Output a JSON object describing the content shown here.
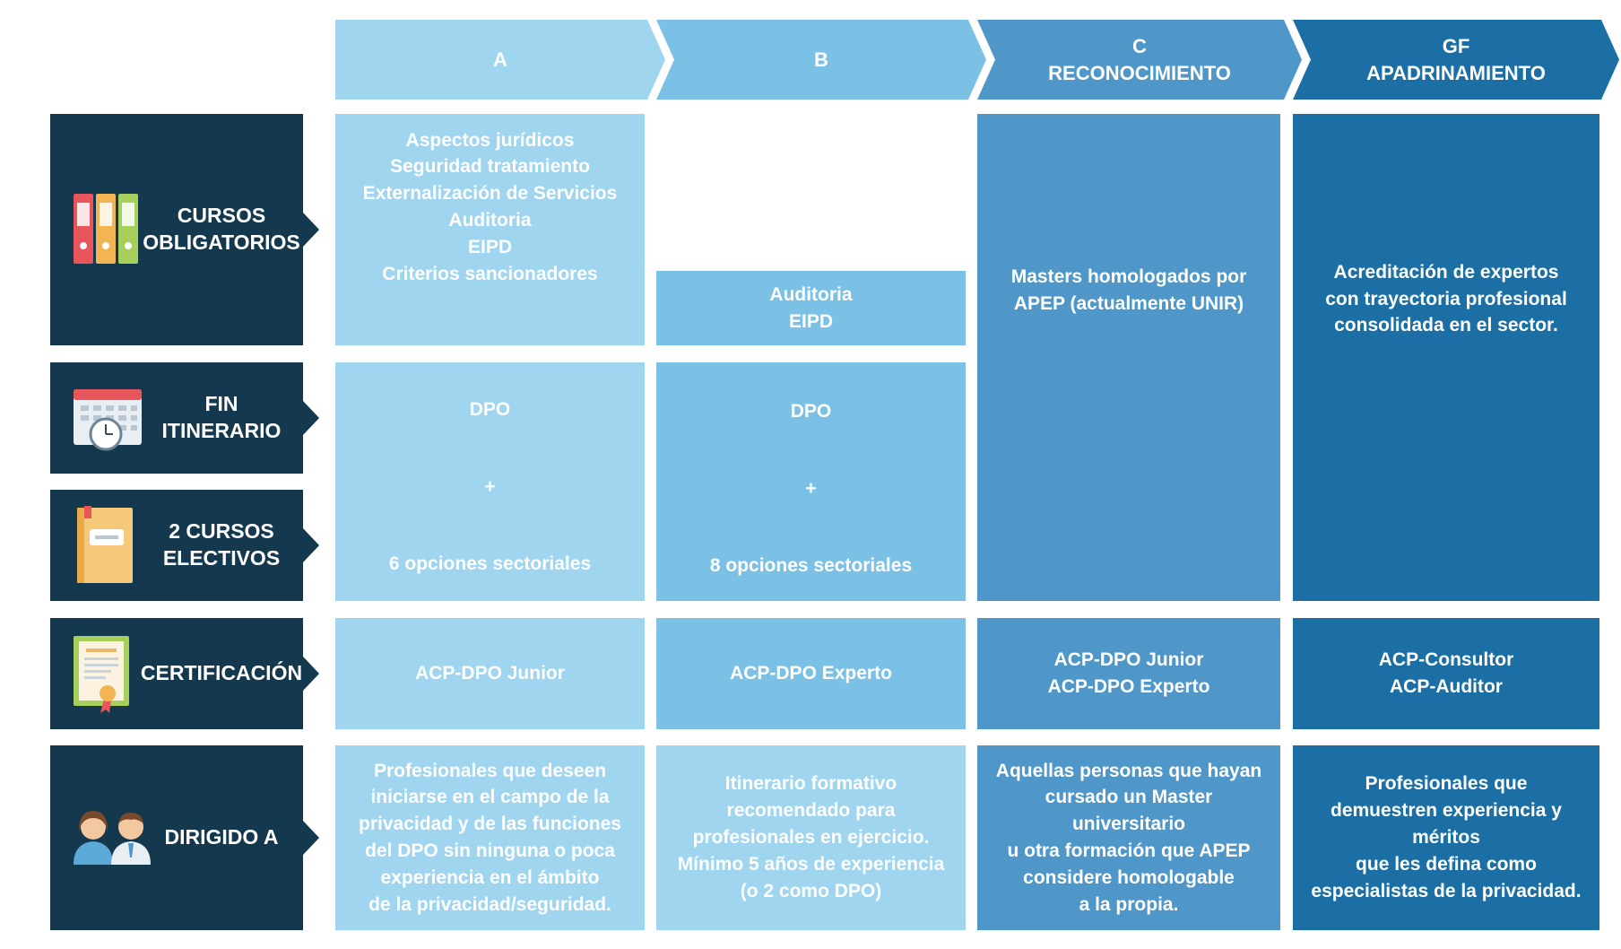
{
  "headers": [
    {
      "lines": "A",
      "color": "#9fd5ef"
    },
    {
      "lines": "B",
      "color": "#7bc1e6"
    },
    {
      "lines": "C\nRECONOCIMIENTO",
      "color": "#4f97c8"
    },
    {
      "lines": "GF\nAPADRINAMIENTO",
      "color": "#1b6fa4"
    }
  ],
  "rows": [
    {
      "label": "CURSOS\nOBLIGATORIOS",
      "icon": "binders-icon"
    },
    {
      "label": "FIN\nITINERARIO",
      "icon": "calendar-clock-icon"
    },
    {
      "label": "2 CURSOS\nELECTIVOS",
      "icon": "folder-icon"
    },
    {
      "label": "CERTIFICACIÓN",
      "icon": "certificate-icon"
    },
    {
      "label": "DIRIGIDO A",
      "icon": "people-icon"
    }
  ],
  "colA": {
    "cursos": "Aspectos jurídicos\nSeguridad tratamiento\nExternalización de Servicios\nAuditoria\nEIPD\nCriterios sancionadores",
    "fin": "DPO",
    "plus": "+",
    "electivos": "6 opciones sectoriales",
    "certificacion": "ACP-DPO Junior",
    "dirigido": "Profesionales que deseen\niniciarse en el campo de la\nprivacidad y de las funciones\ndel DPO sin ninguna o poca\nexperiencia en el ámbito\nde la privacidad/seguridad."
  },
  "colB": {
    "cursos": "Auditoria\nEIPD",
    "fin": "DPO",
    "plus": "+",
    "electivos": "8 opciones sectoriales",
    "certificacion": "ACP-DPO Experto",
    "dirigido": "Itinerario formativo\nrecomendado para\nprofesionales en ejercicio.\nMínimo 5 años de experiencia\n(o 2 como DPO)"
  },
  "colC": {
    "main": "Masters homologados por\nAPEP (actualmente UNIR)",
    "certificacion": "ACP-DPO Junior\nACP-DPO Experto",
    "dirigido": "Aquellas personas que hayan\ncursado un Master\nuniversitario\nu otra formación que APEP\nconsidere homologable\na la propia."
  },
  "colGF": {
    "main": "Acreditación de expertos\ncon trayectoria profesional\nconsolidada en el sector.",
    "certificacion": "ACP-Consultor\nACP-Auditor",
    "dirigido": "Profesionales que\ndemuestren experiencia y\nméritos\nque les defina como\nespecialistas de la privacidad."
  },
  "colors": {
    "label_bg": "#14384d",
    "colA_body": "#9fd5ef",
    "colB_body": "#7bc1e6",
    "colC_body": "#4f97c8",
    "colGF_body": "#1b6fa4"
  }
}
